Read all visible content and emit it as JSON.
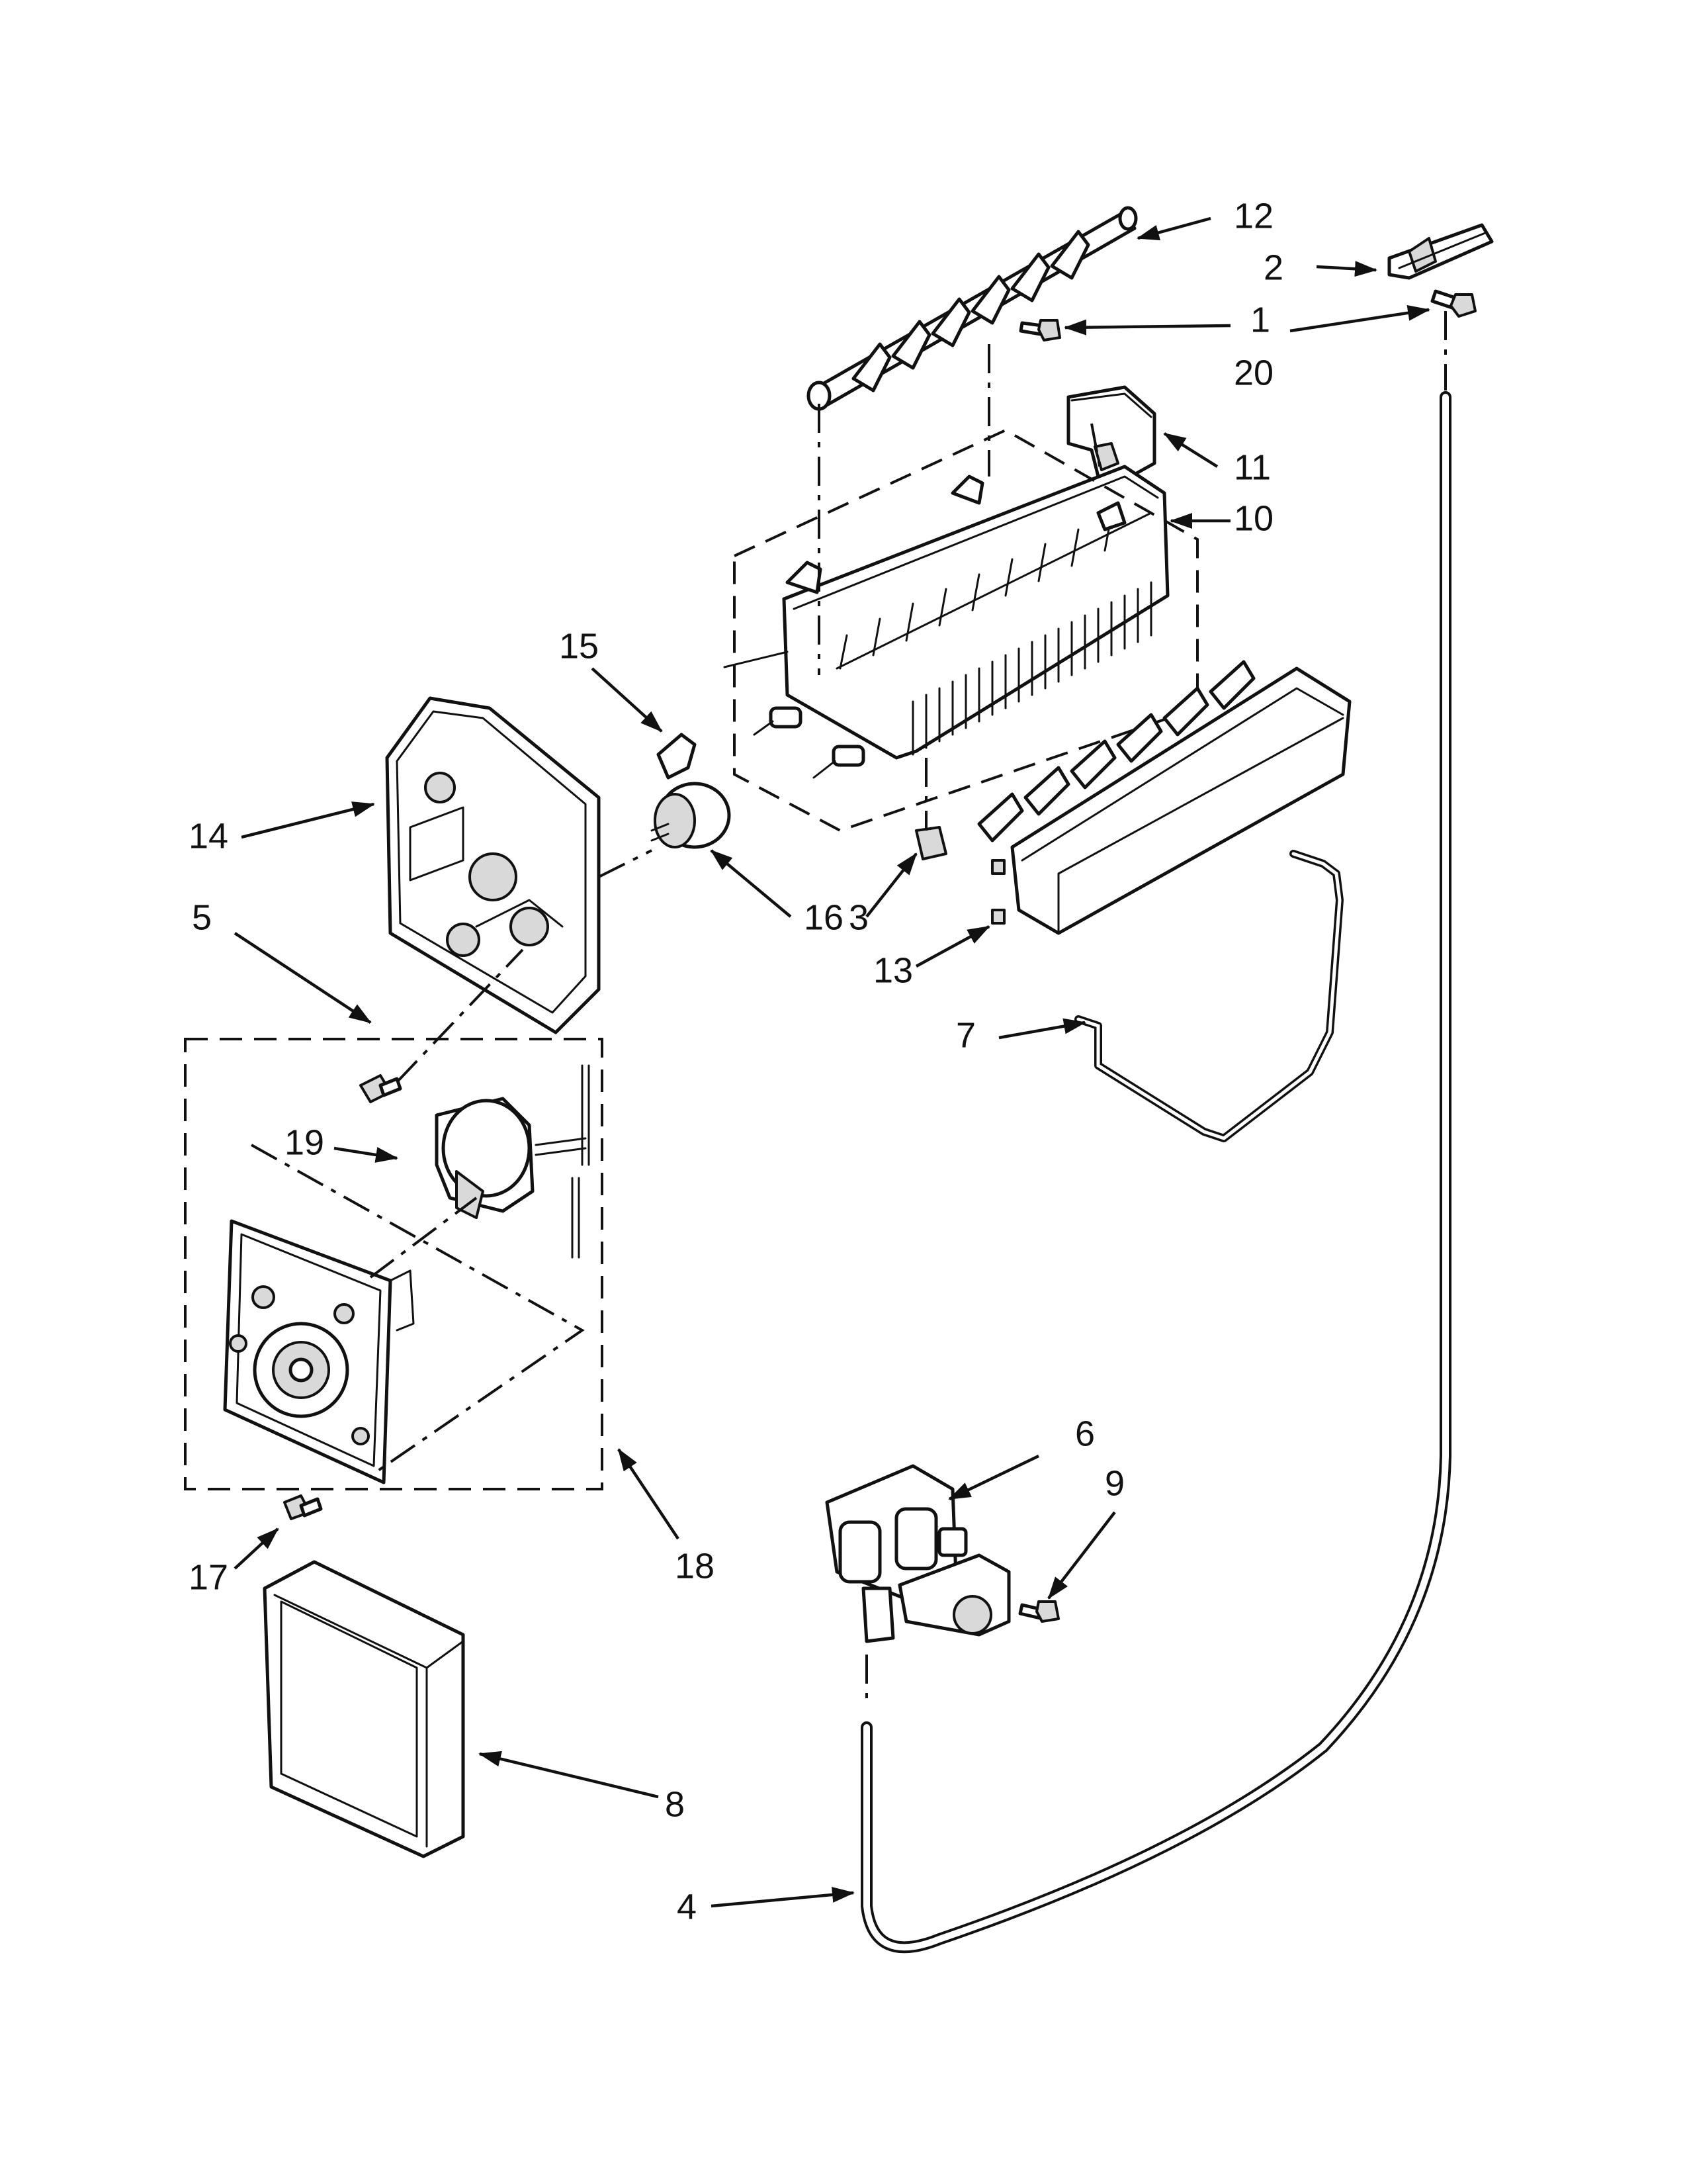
{
  "diagram": {
    "callouts": [
      {
        "id": "c12",
        "label": "12"
      },
      {
        "id": "c2",
        "label": "2"
      },
      {
        "id": "c1",
        "label": "1"
      },
      {
        "id": "c20",
        "label": "20"
      },
      {
        "id": "c11",
        "label": "11"
      },
      {
        "id": "c10",
        "label": "10"
      },
      {
        "id": "c15",
        "label": "15"
      },
      {
        "id": "c14",
        "label": "14"
      },
      {
        "id": "c5",
        "label": "5"
      },
      {
        "id": "c16",
        "label": "16"
      },
      {
        "id": "c3",
        "label": "3"
      },
      {
        "id": "c13",
        "label": "13"
      },
      {
        "id": "c7",
        "label": "7"
      },
      {
        "id": "c19",
        "label": "19"
      },
      {
        "id": "c18",
        "label": "18"
      },
      {
        "id": "c17",
        "label": "17"
      },
      {
        "id": "c6",
        "label": "6"
      },
      {
        "id": "c9",
        "label": "9"
      },
      {
        "id": "c8",
        "label": "8"
      },
      {
        "id": "c4",
        "label": "4"
      }
    ]
  }
}
